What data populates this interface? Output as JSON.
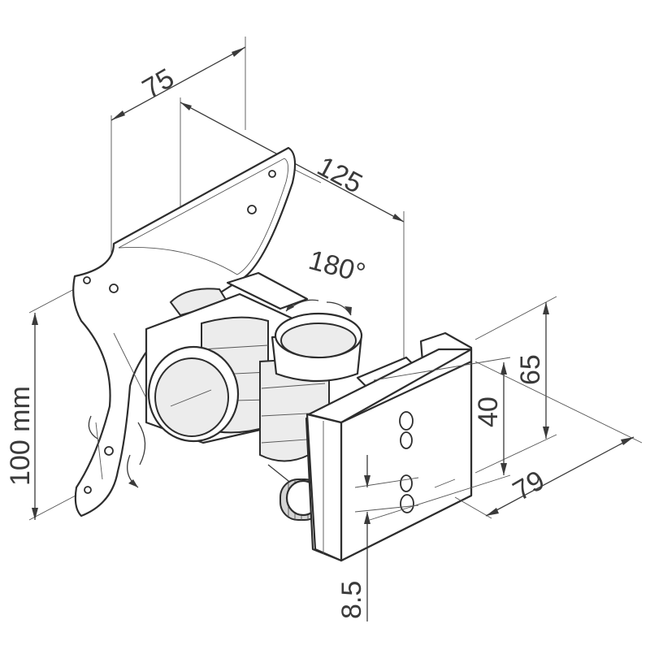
{
  "diagram": {
    "dimensions": {
      "d75": "75",
      "d125": "125",
      "rotation": "180°",
      "d100": "100  mm",
      "d65": "65",
      "d40": "40",
      "d79": "79",
      "d85": "8.5"
    }
  }
}
